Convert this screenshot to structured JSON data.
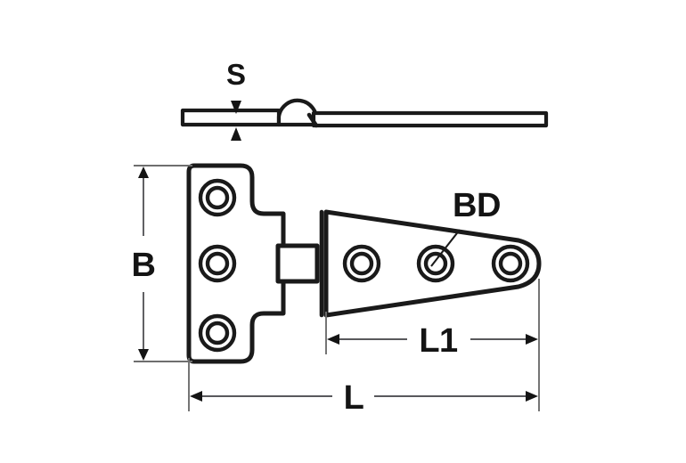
{
  "drawing": {
    "title": "Hinge technical drawing",
    "background_color": "#ffffff",
    "line_color": "#1a1a1a",
    "dimension_line_color": "#59595c",
    "views": {
      "edge_view": {
        "name": "edge-view",
        "description": "Side / edge profile of hinge showing plate thickness and barrel knuckle"
      },
      "plan_view": {
        "name": "plan-view",
        "description": "Top / plan view of hinge showing rectangular leaf and tapered strap leaf"
      }
    },
    "labels": {
      "thickness": "S",
      "width": "B",
      "overall_length": "L",
      "strap_length": "L1",
      "hole_diameter": "BD"
    },
    "hole_counts": {
      "rectangular_leaf": 3,
      "tapered_leaf": 3
    }
  },
  "chart_data": {
    "type": "diagram",
    "title": "Hinge dimension drawing",
    "annotations": [
      "S",
      "B",
      "BD",
      "L1",
      "L"
    ],
    "dimension_callouts": [
      {
        "label": "S",
        "measures": "plate thickness",
        "orientation": "vertical",
        "view": "edge-view"
      },
      {
        "label": "B",
        "measures": "leaf width / height",
        "orientation": "vertical",
        "view": "plan-view"
      },
      {
        "label": "BD",
        "measures": "bore hole diameter",
        "orientation": "leader",
        "view": "plan-view"
      },
      {
        "label": "L1",
        "measures": "tapered strap length",
        "orientation": "horizontal",
        "view": "plan-view"
      },
      {
        "label": "L",
        "measures": "overall hinge length",
        "orientation": "horizontal",
        "view": "plan-view"
      }
    ]
  }
}
